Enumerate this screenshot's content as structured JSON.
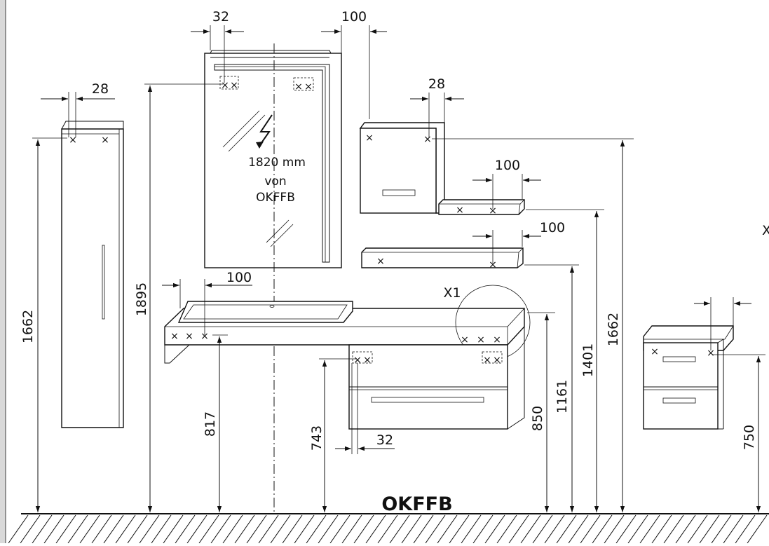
{
  "dimensions": {
    "col_width_marker": "28",
    "column_height": "1662",
    "mirror_mount_spacing": "32",
    "mirror_right_offset": "100",
    "mirror_height": "1895",
    "wall_cabinet_marker": "28",
    "shelf_upper_offset": "100",
    "shelf_lower_offset": "100",
    "vanity_left_offset": "100",
    "vanity_top_height": "817",
    "vanity_bracket_height": "743",
    "vanity_bracket_spacing": "32",
    "counter_height": "850",
    "shelf_lower_height": "1161",
    "shelf_upper_height": "1401",
    "wall_cabinet_height": "1662",
    "side_unit_height": "750"
  },
  "labels": {
    "mirror_note_line1": "1820 mm",
    "mirror_note_line2": "von",
    "mirror_note_line3": "OKFFB",
    "detail_marker": "X1",
    "detail_marker_cut": "X",
    "floor_label": "OKFFB"
  },
  "icons": {
    "mounting_point": "cross-mark",
    "power_supply": "lightning-bolt-icon"
  }
}
